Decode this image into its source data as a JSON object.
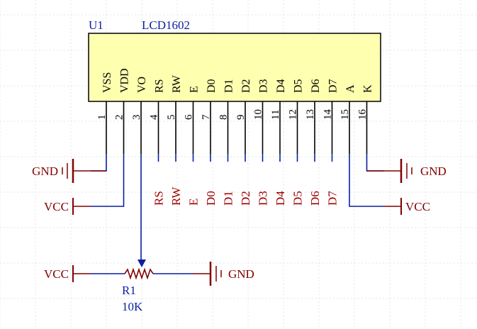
{
  "component": {
    "designator": "U1",
    "part": "LCD1602",
    "pins": [
      {
        "name": "VSS",
        "number": "1"
      },
      {
        "name": "VDD",
        "number": "2"
      },
      {
        "name": "VO",
        "number": "3"
      },
      {
        "name": "RS",
        "number": "4"
      },
      {
        "name": "RW",
        "number": "5"
      },
      {
        "name": "E",
        "number": "6"
      },
      {
        "name": "D0",
        "number": "7"
      },
      {
        "name": "D1",
        "number": "8"
      },
      {
        "name": "D2",
        "number": "9"
      },
      {
        "name": "D3",
        "number": "10"
      },
      {
        "name": "D4",
        "number": "11"
      },
      {
        "name": "D5",
        "number": "12"
      },
      {
        "name": "D6",
        "number": "13"
      },
      {
        "name": "D7",
        "number": "14"
      },
      {
        "name": "A",
        "number": "15"
      },
      {
        "name": "K",
        "number": "16"
      }
    ]
  },
  "net_labels": [
    "RS",
    "RW",
    "E",
    "D0",
    "D1",
    "D2",
    "D3",
    "D4",
    "D5",
    "D6",
    "D7"
  ],
  "power": {
    "gnd_left": "GND",
    "gnd_right": "GND",
    "vcc_left": "VCC",
    "vcc_right": "VCC",
    "vcc_pot": "VCC",
    "gnd_pot": "GND"
  },
  "resistor": {
    "designator": "R1",
    "value": "10K"
  },
  "colors": {
    "body_fill": "#ffffb0",
    "wire": "#0a1ea0",
    "pin": "#000000",
    "power": "#800000",
    "net_label": "#a00000",
    "designator": "#0a1ea0",
    "grid": "#e4e4e4"
  }
}
